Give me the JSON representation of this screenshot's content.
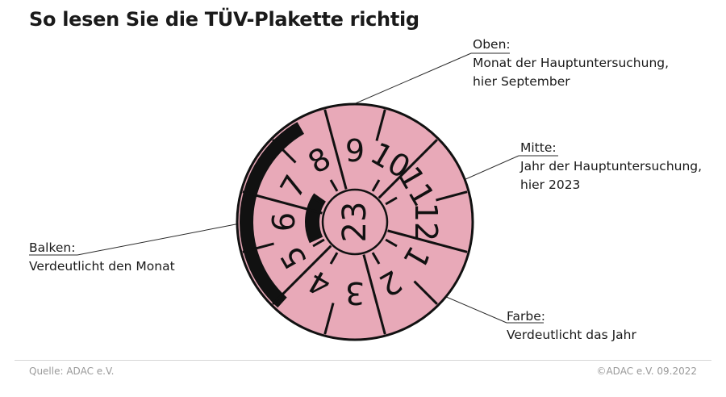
{
  "title": "So lesen Sie die TÜV-Plakette richtig",
  "callouts": {
    "oben": {
      "head": "Oben:",
      "body": [
        "Monat der Hauptuntersuchung,",
        "hier September"
      ]
    },
    "mitte": {
      "head": "Mitte:",
      "body": [
        "Jahr der Hauptuntersuchung,",
        "hier 2023"
      ]
    },
    "balken": {
      "head": "Balken:",
      "body": [
        "Verdeutlicht den Monat"
      ]
    },
    "farbe": {
      "head": "Farbe:",
      "body": [
        "Verdeutlicht das Jahr"
      ]
    }
  },
  "badge": {
    "year": "23",
    "months": [
      "1",
      "2",
      "3",
      "4",
      "5",
      "6",
      "7",
      "8",
      "9",
      "10",
      "11",
      "12"
    ],
    "month_at_top": "9",
    "colors": {
      "disc": "#e8a9b8",
      "ink": "#111111",
      "outline": "#111111"
    }
  },
  "footer": {
    "source": "Quelle: ADAC e.V.",
    "copyright": "©ADAC e.V.  09.2022"
  }
}
